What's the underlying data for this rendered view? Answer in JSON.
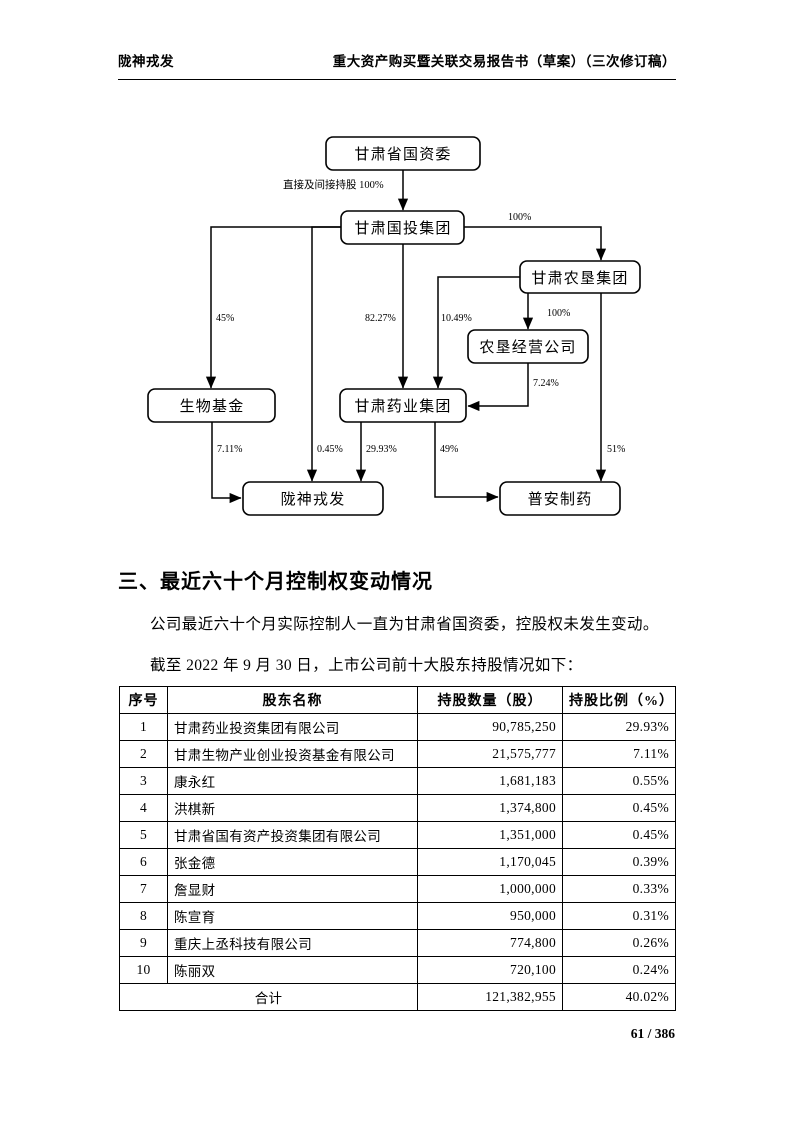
{
  "header": {
    "left_title": "陇神戎发",
    "right_title": "重大资产购买暨关联交易报告书（草案）（三次修订稿）"
  },
  "diagram": {
    "nodes": {
      "sasac": "甘肃省国资委",
      "guotou": "甘肃国投集团",
      "nongken": "甘肃农垦集团",
      "nongken_op": "农垦经营公司",
      "bio_fund": "生物基金",
      "pharma_group": "甘肃药业集团",
      "longshen": "陇神戎发",
      "puan": "普安制药"
    },
    "edges": {
      "sasac_to_guotou": "直接及间接持股 100%",
      "guotou_to_nongken": "100%",
      "guotou_to_biofund": "45%",
      "guotou_to_pharma": "82.27%",
      "guotou_to_longshen": "0.45%",
      "nongken_to_pharma": "10.49%",
      "nongken_to_op": "100%",
      "nongken_to_puan": "51%",
      "op_to_pharma": "7.24%",
      "biofund_to_longshen": "7.11%",
      "pharma_to_longshen": "29.93%",
      "pharma_to_puan": "49%"
    }
  },
  "section": {
    "heading": "三、最近六十个月控制权变动情况",
    "paragraph_1": "公司最近六十个月实际控制人一直为甘肃省国资委，控股权未发生变动。",
    "paragraph_2": "截至 2022 年 9 月 30 日，上市公司前十大股东持股情况如下："
  },
  "table": {
    "columns": [
      "序号",
      "股东名称",
      "持股数量（股）",
      "持股比例（%）"
    ],
    "rows": [
      {
        "idx": "1",
        "name": "甘肃药业投资集团有限公司",
        "qty": "90,785,250",
        "pct": "29.93%"
      },
      {
        "idx": "2",
        "name": "甘肃生物产业创业投资基金有限公司",
        "qty": "21,575,777",
        "pct": "7.11%"
      },
      {
        "idx": "3",
        "name": "康永红",
        "qty": "1,681,183",
        "pct": "0.55%"
      },
      {
        "idx": "4",
        "name": "洪棋新",
        "qty": "1,374,800",
        "pct": "0.45%"
      },
      {
        "idx": "5",
        "name": "甘肃省国有资产投资集团有限公司",
        "qty": "1,351,000",
        "pct": "0.45%"
      },
      {
        "idx": "6",
        "name": "张金德",
        "qty": "1,170,045",
        "pct": "0.39%"
      },
      {
        "idx": "7",
        "name": "詹显财",
        "qty": "1,000,000",
        "pct": "0.33%"
      },
      {
        "idx": "8",
        "name": "陈宣育",
        "qty": "950,000",
        "pct": "0.31%"
      },
      {
        "idx": "9",
        "name": "重庆上丞科技有限公司",
        "qty": "774,800",
        "pct": "0.26%"
      },
      {
        "idx": "10",
        "name": "陈丽双",
        "qty": "720,100",
        "pct": "0.24%"
      }
    ],
    "total": {
      "label": "合计",
      "qty": "121,382,955",
      "pct": "40.02%"
    }
  },
  "footer": {
    "page_number": "61 / 386"
  }
}
